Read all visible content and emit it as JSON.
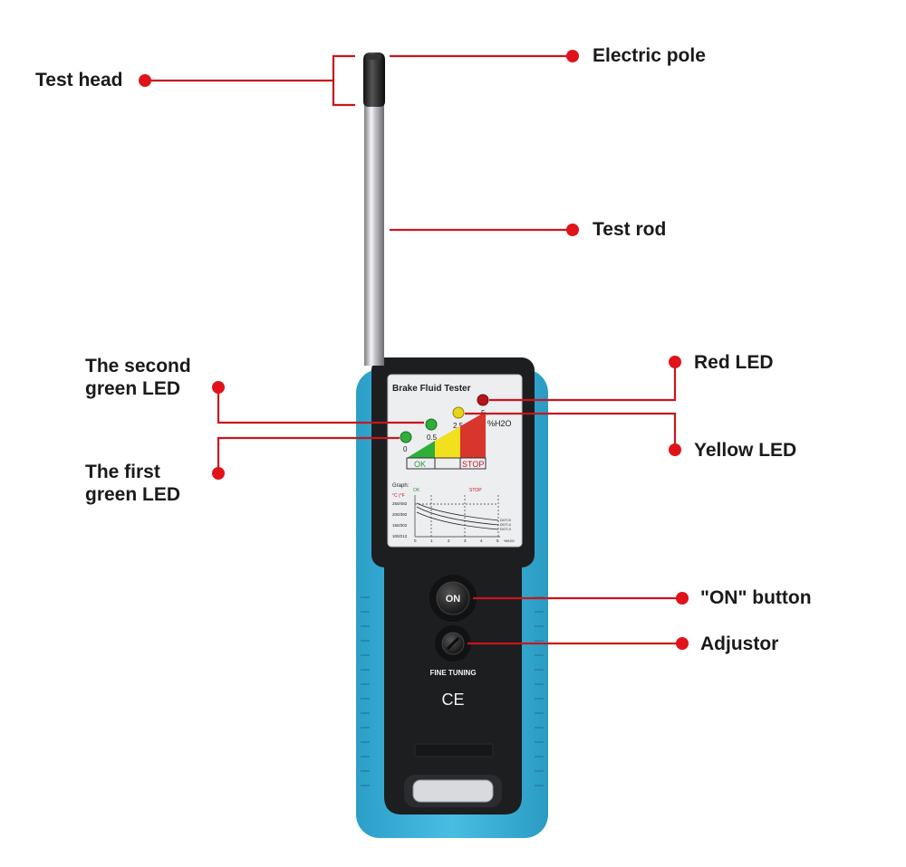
{
  "labels": {
    "test_head": "Test head",
    "electric_pole": "Electric pole",
    "test_rod": "Test rod",
    "second_green_led": [
      "The second",
      "green LED"
    ],
    "first_green_led": [
      "The first",
      "green LED"
    ],
    "red_led": "Red LED",
    "yellow_led": "Yellow LED",
    "on_button": "\"ON\" button",
    "adjustor": "Adjustor"
  },
  "device": {
    "panel_title": "Brake Fluid Tester",
    "led_values": [
      "0",
      "0.5",
      "2.5",
      "5"
    ],
    "unit": "%H2O",
    "zones": [
      "OK",
      "",
      "STOP"
    ],
    "graph_title": "Graph:",
    "graph_ok": "OK",
    "graph_stop": "STOP",
    "temp_header": "°C (°F",
    "temp_ticks": [
      "250/482",
      "200/392",
      "150/302",
      "100/212"
    ],
    "x_ticks": [
      "0",
      "1",
      "2",
      "3",
      "4",
      "5"
    ],
    "x_unit": "%H2O",
    "curves": [
      "DOT-5",
      "DOT-4",
      "DOT-3"
    ],
    "on_label": "ON",
    "fine_tuning": "FINE TUNING",
    "ce_mark": "CE"
  },
  "colors": {
    "leader": "#c8161d",
    "dot": "#e0131b",
    "housing": "#1d1e20",
    "bumper": "#3fb3d8",
    "green": "#2fae3a",
    "yellow": "#f3e01d",
    "red": "#d8352c"
  }
}
